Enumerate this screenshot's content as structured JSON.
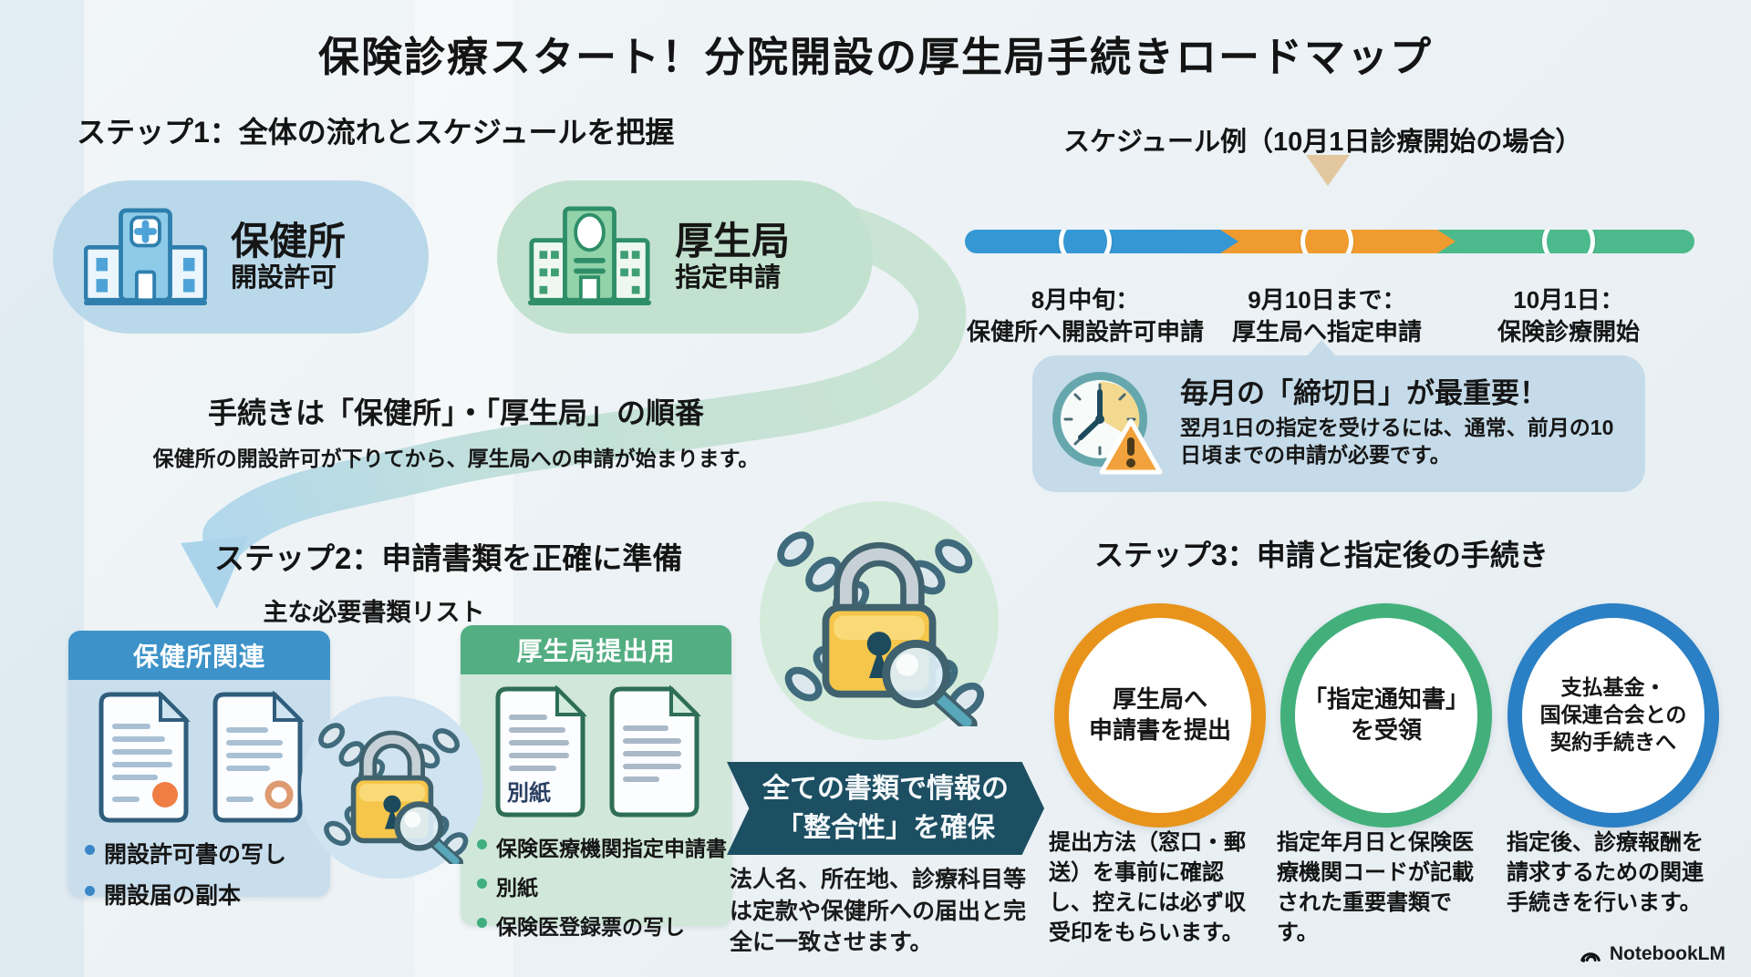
{
  "title": "保険診療スタート！分院開設の厚生局手続きロードマップ",
  "step1": {
    "heading": "ステップ1：全体の流れとスケジュールを把握",
    "pills": [
      {
        "name": "保健所",
        "sub": "開設許可",
        "bg": "#b9d8ea"
      },
      {
        "name": "厚生局",
        "sub": "指定申請",
        "bg": "#c2e1cf"
      }
    ],
    "order_note": {
      "heading": "手続きは「保健所」・「厚生局」の順番",
      "body": "保健所の開設許可が下りてから、厚生局への申請が始まります。"
    }
  },
  "schedule": {
    "heading": "スケジュール例（10月1日診療開始の場合）",
    "milestones": [
      {
        "date": "8月中旬：",
        "label": "保健所へ開設許可申請",
        "color": "#3598d4"
      },
      {
        "date": "9月10日まで：",
        "label": "厚生局へ指定申請",
        "color": "#f09b2f"
      },
      {
        "date": "10月1日：",
        "label": "保険診療開始",
        "color": "#4cba8c"
      }
    ],
    "deadline": {
      "heading": "毎月の「締切日」が最重要！",
      "body": "翌月1日の指定を受けるには、通常、前月の10日頃までの申請が必要です。"
    }
  },
  "step2": {
    "heading": "ステップ2：申請書類を正確に準備",
    "list_title": "主な必要書類リスト",
    "cards": [
      {
        "header": "保健所関連",
        "bullets": [
          "開設許可書の写し",
          "開設届の副本"
        ]
      },
      {
        "header": "厚生局提出用",
        "doc_label": "別紙",
        "bullets": [
          "保険医療機関指定申請書",
          "別紙",
          "保険医登録票の写し"
        ]
      }
    ],
    "consistency": {
      "banner_lines": [
        "全ての書類で情報の",
        "「整合性」を確保"
      ],
      "body": "法人名、所在地、診療科目等は定款や保健所への届出と完全に一致させます。"
    }
  },
  "step3": {
    "heading": "ステップ3：申請と指定後の手続き",
    "items": [
      {
        "circle_lines": [
          "厚生局へ",
          "申請書を提出"
        ],
        "color": "#e8941c",
        "desc": "提出方法（窓口・郵送）を事前に確認し、控えには必ず収受印をもらいます。"
      },
      {
        "circle_lines": [
          "「指定通知書」",
          "を受領"
        ],
        "color": "#43b07b",
        "desc": "指定年月日と保険医療機関コードが記載された重要書類です。"
      },
      {
        "circle_lines": [
          "支払基金・",
          "国保連合会との",
          "契約手続きへ"
        ],
        "color": "#2b7fc4",
        "desc": "指定後、診療報酬を請求するための関連手続きを行います。"
      }
    ]
  },
  "footer": {
    "brand": "NotebookLM"
  },
  "colors": {
    "background": "#edf2f5",
    "banner": "#1d4f63",
    "card1_header": "#3d93c9",
    "card2_header": "#53ae82",
    "lock_body": "#f6c64a",
    "pointer": "#e2c79f"
  }
}
